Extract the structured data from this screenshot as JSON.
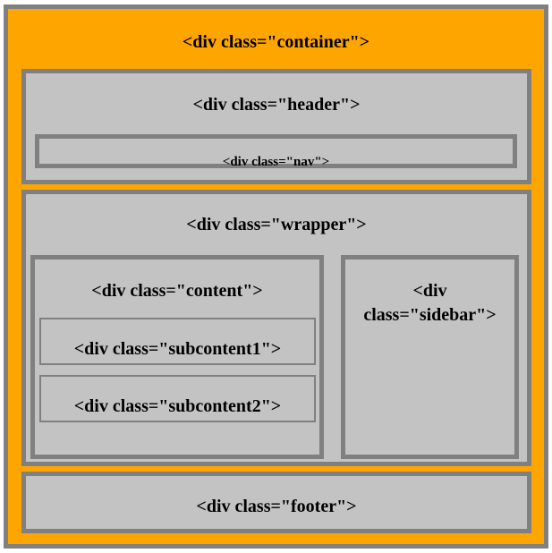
{
  "colors": {
    "container": "#ffa500",
    "box": "#c3c3c3",
    "border": "#808080"
  },
  "labels": {
    "container": "<div class=\"container\">",
    "header": "<div class=\"header\">",
    "nav": "<div class=\"nav\">",
    "wrapper": "<div class=\"wrapper\">",
    "content": "<div class=\"content\">",
    "subcontent1": "<div class=\"subcontent1\">",
    "subcontent2": "<div class=\"subcontent2\">",
    "sidebar": "<div class=\"sidebar\">",
    "footer": "<div class=\"footer\">"
  }
}
